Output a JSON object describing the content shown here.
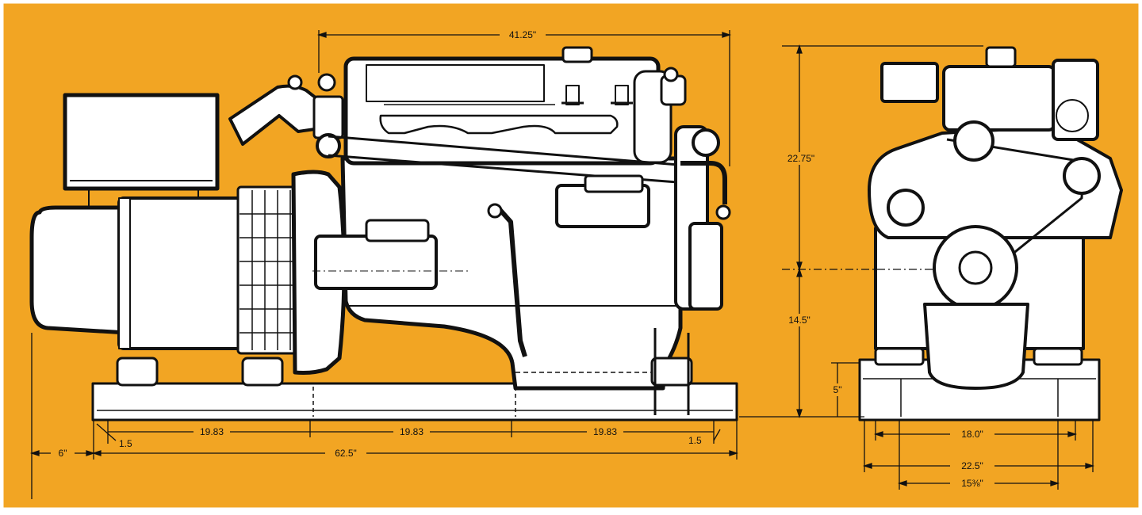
{
  "colors": {
    "background": "#f2a523",
    "ink": "#111111",
    "fill": "#ffffff"
  },
  "dimensions": {
    "top_length": "41.25\"",
    "height_upper": "22.75\"",
    "height_lower": "14.5\"",
    "base_height": "5\"",
    "side_margin_left": "1.5",
    "side_margin_right": "1.5",
    "mount_spacing_1": "19.83",
    "mount_spacing_2": "19.83",
    "mount_spacing_3": "19.83",
    "overhang": "6\"",
    "overall_length": "62.5\"",
    "mount_width": "18.0\"",
    "overall_width": "22.5\"",
    "rail_width": "15⅜\""
  }
}
